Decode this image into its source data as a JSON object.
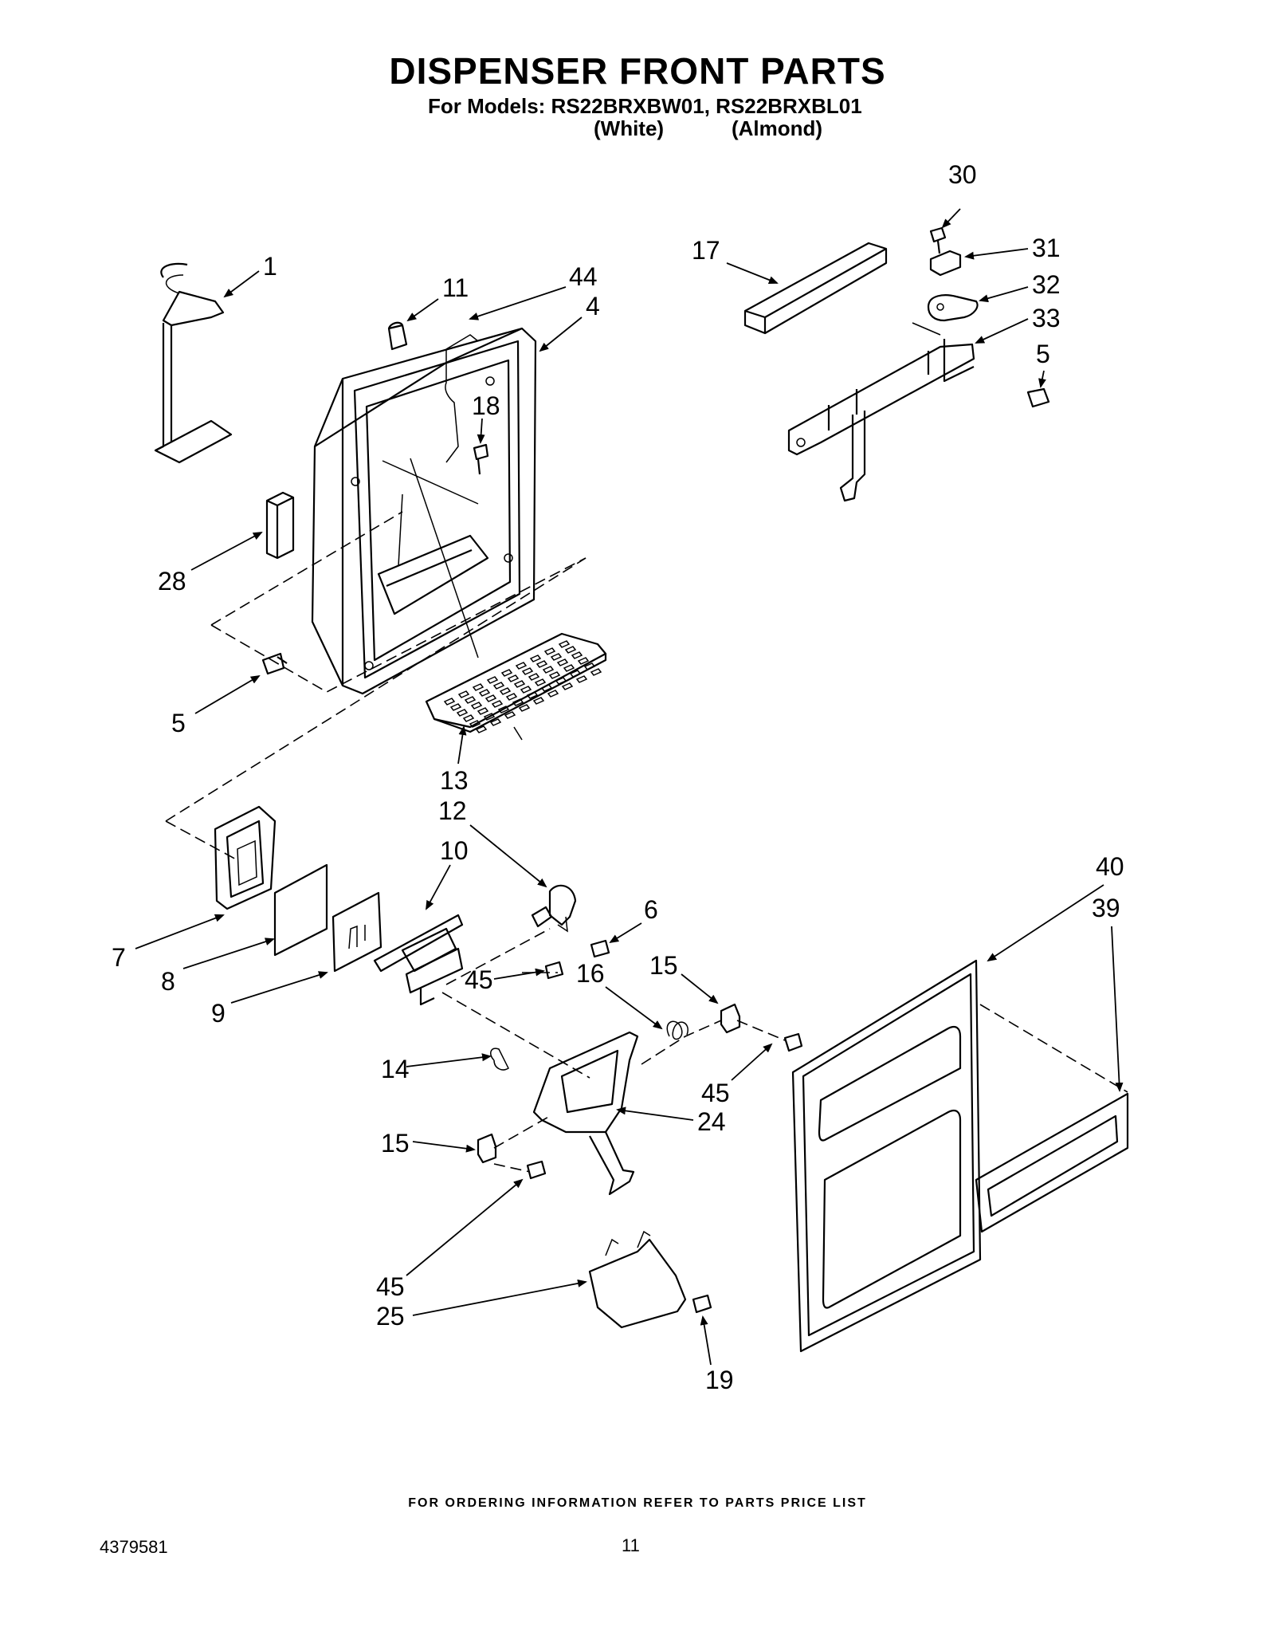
{
  "header": {
    "title": "DISPENSER FRONT PARTS",
    "models_line": "For Models: RS22BRXBW01, RS22BRXBL01",
    "color_white": "(White)",
    "color_almond": "(Almond)"
  },
  "footer": {
    "ordering_note": "FOR ORDERING INFORMATION REFER TO PARTS PRICE LIST",
    "document_number": "4379581",
    "page_number": "11"
  },
  "callouts": [
    {
      "id": "c1",
      "label": "1"
    },
    {
      "id": "c11",
      "label": "11"
    },
    {
      "id": "c44",
      "label": "44"
    },
    {
      "id": "c4",
      "label": "4"
    },
    {
      "id": "c18",
      "label": "18"
    },
    {
      "id": "c28",
      "label": "28"
    },
    {
      "id": "c5a",
      "label": "5"
    },
    {
      "id": "c13",
      "label": "13"
    },
    {
      "id": "c17",
      "label": "17"
    },
    {
      "id": "c30",
      "label": "30"
    },
    {
      "id": "c31",
      "label": "31"
    },
    {
      "id": "c32",
      "label": "32"
    },
    {
      "id": "c33",
      "label": "33"
    },
    {
      "id": "c5b",
      "label": "5"
    },
    {
      "id": "c12",
      "label": "12"
    },
    {
      "id": "c10",
      "label": "10"
    },
    {
      "id": "c6",
      "label": "6"
    },
    {
      "id": "c7",
      "label": "7"
    },
    {
      "id": "c8",
      "label": "8"
    },
    {
      "id": "c9",
      "label": "9"
    },
    {
      "id": "c45a",
      "label": "45"
    },
    {
      "id": "c16",
      "label": "16"
    },
    {
      "id": "c15a",
      "label": "15"
    },
    {
      "id": "c40",
      "label": "40"
    },
    {
      "id": "c39",
      "label": "39"
    },
    {
      "id": "c14",
      "label": "14"
    },
    {
      "id": "c45b",
      "label": "45"
    },
    {
      "id": "c24",
      "label": "24"
    },
    {
      "id": "c15b",
      "label": "15"
    },
    {
      "id": "c45c",
      "label": "45"
    },
    {
      "id": "c25",
      "label": "25"
    },
    {
      "id": "c19",
      "label": "19"
    }
  ]
}
